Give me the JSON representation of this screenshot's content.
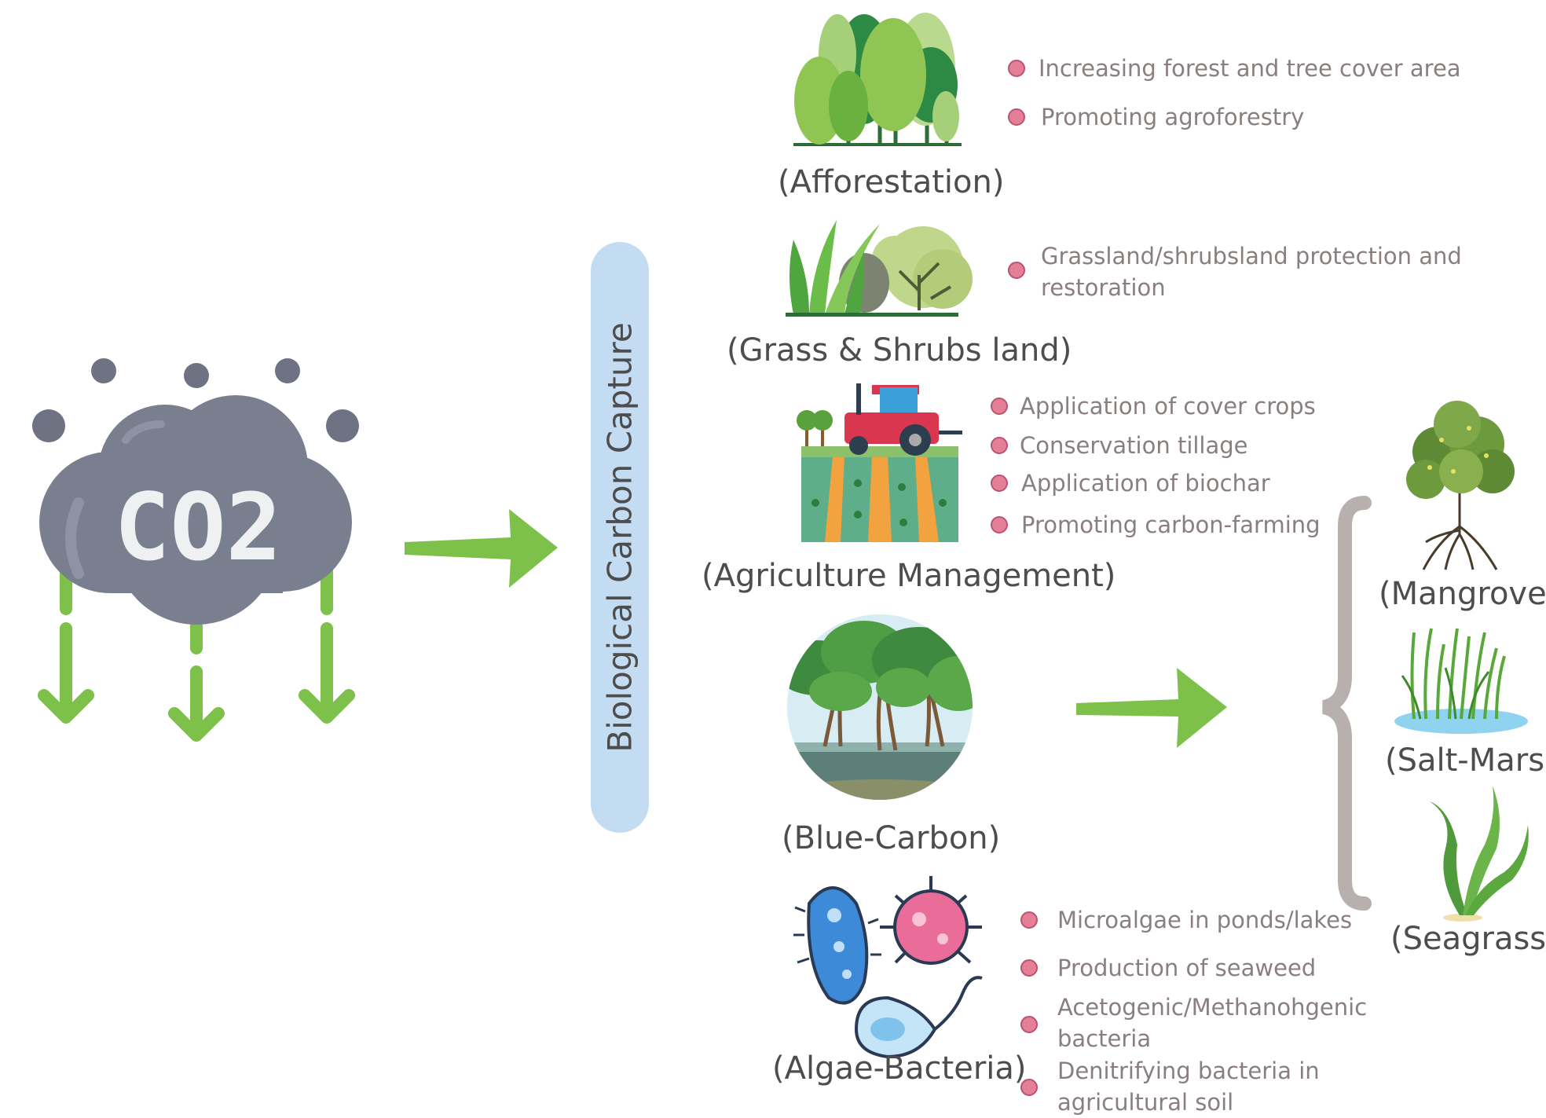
{
  "source": {
    "co2_label": "CO2"
  },
  "process": {
    "title": "Biological Carbon Capture"
  },
  "categories": [
    {
      "label": "(Afforestation)",
      "bullets": [
        "Increasing forest and tree cover area",
        "Promoting agroforestry"
      ]
    },
    {
      "label": "(Grass & Shrubs land)",
      "bullets": [
        "Grassland/shrubsland protection and restoration"
      ]
    },
    {
      "label": "(Agriculture Management)",
      "bullets": [
        "Application of cover crops",
        "Conservation tillage",
        "Application of biochar",
        "Promoting carbon-farming"
      ]
    },
    {
      "label": "(Blue-Carbon)",
      "bullets": []
    },
    {
      "label": "(Algae-Bacteria)",
      "bullets": [
        "Microalgae in ponds/lakes",
        "Production of seaweed",
        "Acetogenic/Methanohgenic bacteria",
        "Denitrifying bacteria in agricultural soil"
      ]
    }
  ],
  "blue_carbon_types": [
    "(Mangroves)",
    "(Salt-Marsh)",
    "(Seagrass)"
  ],
  "colors": {
    "arrow_green": "#7dc14b",
    "cloud_gray": "#7a7f8f",
    "bar_blue": "#c3dcf2",
    "bullet_pink": "#e57e97",
    "brace_gray": "#b8b0ae"
  },
  "icons": [
    "co2-cloud-icon",
    "forest-icon",
    "grass-shrub-icon",
    "tractor-field-icon",
    "mangrove-circle-icon",
    "microbes-icon",
    "mangrove-tree-icon",
    "salt-marsh-icon",
    "seagrass-icon"
  ]
}
